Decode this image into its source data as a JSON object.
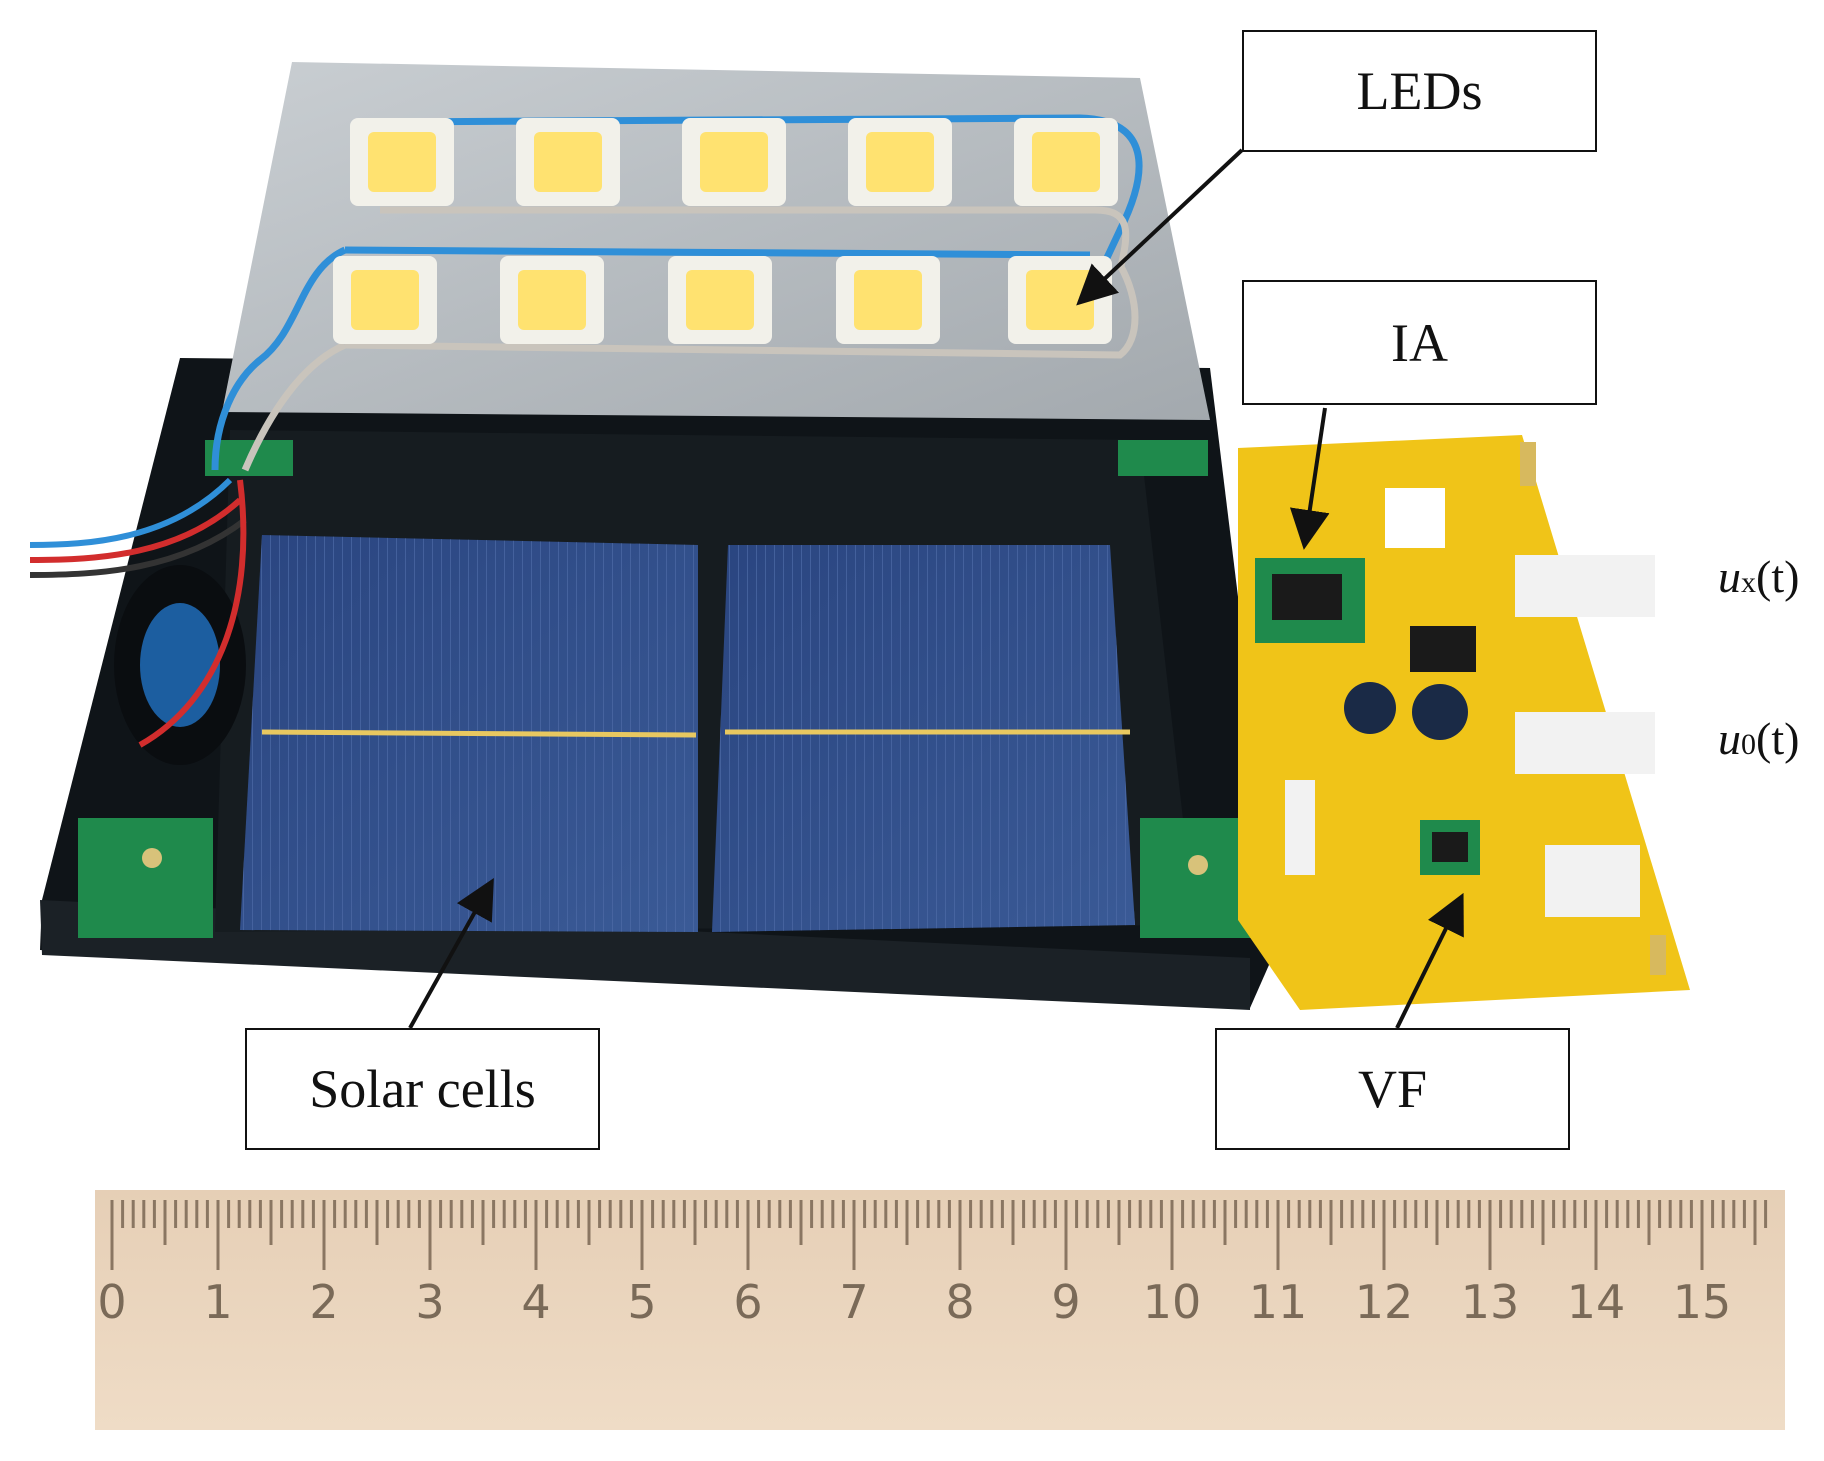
{
  "labels": {
    "leds": "LEDs",
    "ia": "IA",
    "solar_cells": "Solar cells",
    "vf": "VF"
  },
  "signals": {
    "ux": {
      "var": "u",
      "sub": "x",
      "tail": "(t)"
    },
    "u0": {
      "var": "u",
      "sub": "0",
      "tail": "(t)"
    }
  },
  "ruler": {
    "numbers": [
      "0",
      "1",
      "2",
      "3",
      "4",
      "5",
      "6",
      "7",
      "8",
      "9",
      "10",
      "11",
      "12",
      "13",
      "14",
      "15"
    ]
  },
  "colors": {
    "plate": "#b9bec2",
    "led_yellow": "#ffe270",
    "box": "#12181c",
    "solar": "#2c4a86",
    "pcb": "#f0c418",
    "ruler": "#e8d3bc",
    "wire_blue": "#2f8fd8",
    "wire_grey": "#c9c4bc"
  }
}
